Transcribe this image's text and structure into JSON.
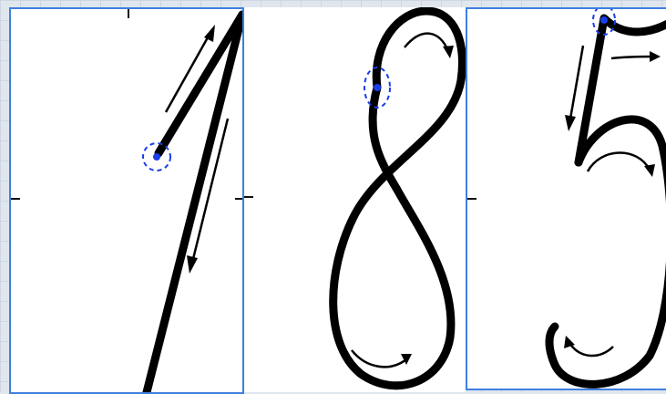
{
  "worksheet": {
    "digits": [
      {
        "name": "digit-1",
        "start_point": "upstroke"
      },
      {
        "name": "digit-8",
        "start_point": "upper-left loop"
      },
      {
        "name": "digit-5",
        "start_point": "top-left"
      }
    ],
    "colors": {
      "stroke": "#000000",
      "start_marker": "#1a3ee8",
      "panel_border": "#3f7fe0",
      "background_grid": "#c9d3de"
    }
  }
}
